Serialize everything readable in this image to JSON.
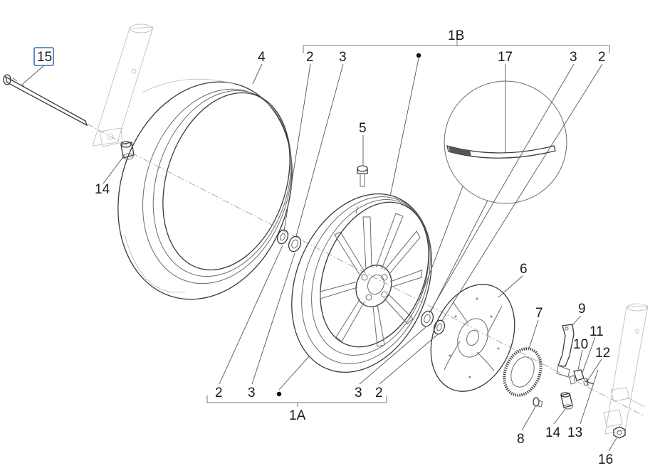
{
  "labels": {
    "p15": "15",
    "p14_left": "14",
    "p4": "4",
    "p2_top_left": "2",
    "p3_top_left": "3",
    "p1B": "1B",
    "p17": "17",
    "p3_top_right": "3",
    "p2_top_right": "2",
    "p5": "5",
    "p6": "6",
    "p7": "7",
    "p9": "9",
    "p11": "11",
    "p10": "10",
    "p12": "12",
    "p2_bottom_left": "2",
    "p3_bottom_left": "3",
    "p3_bottom_right": "3",
    "p2_bottom_right": "2",
    "p1A": "1A",
    "p8": "8",
    "p14_right": "14",
    "p13": "13",
    "p16": "16"
  },
  "colors": {
    "highlight_border": "#3a6fb5",
    "line": "#6b6b6b",
    "text": "#1a1a1a"
  }
}
